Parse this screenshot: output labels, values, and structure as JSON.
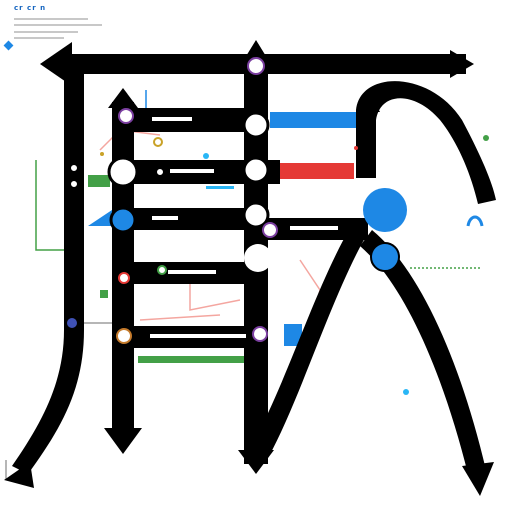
{
  "header": {
    "title": "cr cr n",
    "lines": [
      0.8,
      0.95,
      0.7,
      0.55
    ]
  },
  "palette": {
    "ink": "#000000",
    "blue": "#1e88e5",
    "red": "#e53935",
    "green": "#43a047",
    "salmon": "#f4a6a0",
    "ring": "#7b3fa0",
    "grey": "#bdbdbd"
  },
  "icons": [
    "hub-node-icon",
    "link-circle-icon",
    "arrow-up-icon",
    "arrow-down-icon",
    "arrow-left-icon",
    "arrow-right-icon"
  ]
}
